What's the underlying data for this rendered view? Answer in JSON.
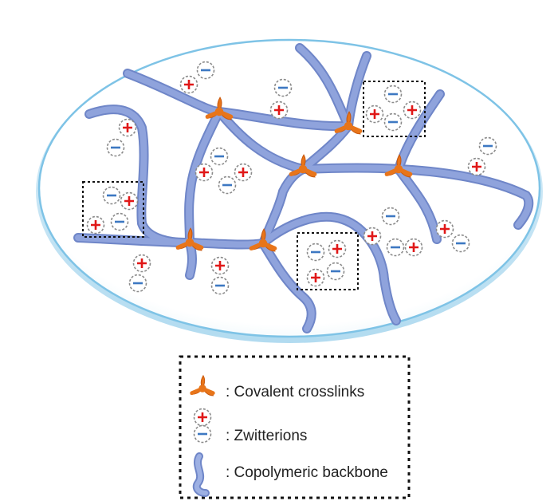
{
  "legend": {
    "crosslinks_label": ": Covalent crosslinks",
    "zwitterions_label": ": Zwitterions",
    "backbone_label": ": Copolymeric backbone"
  },
  "symbols": {
    "plus": "+",
    "minus": "−"
  },
  "colors": {
    "backbone": "#8fa3dc",
    "backbone_outline": "#6f86c8",
    "crosslink": "#e8751a",
    "plus_sign": "#e01818",
    "minus_sign": "#3d78c2",
    "ion_ring": "#8a8a8a",
    "ellipse_border": "#7ec3e6",
    "box_border": "#111111"
  },
  "icons": {
    "crosslink": "crosslink-star-icon",
    "zwitterion": "zwitterion-pair-icon",
    "backbone": "backbone-strand-icon"
  }
}
